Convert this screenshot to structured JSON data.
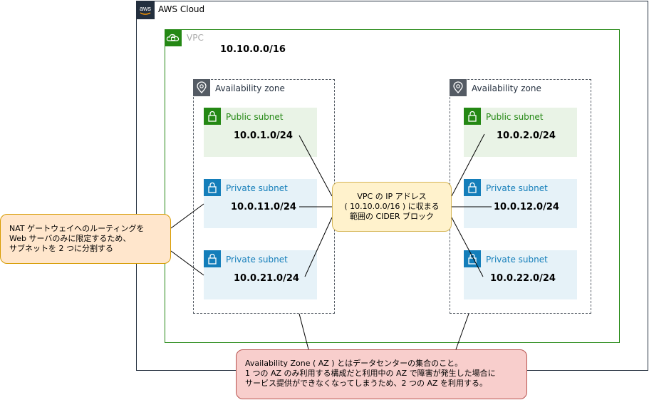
{
  "aws_cloud": {
    "title": "AWS Cloud",
    "logo_text": "aws"
  },
  "vpc": {
    "title": "VPC",
    "cidr": "10.10.0.0/16"
  },
  "availability_zones": [
    {
      "title": "Availability zone",
      "subnets": [
        {
          "type": "public",
          "title": "Public subnet",
          "cidr": "10.0.1.0/24"
        },
        {
          "type": "private",
          "title": "Private subnet",
          "cidr": "10.0.11.0/24"
        },
        {
          "type": "private",
          "title": "Private subnet",
          "cidr": "10.0.21.0/24"
        }
      ]
    },
    {
      "title": "Availability zone",
      "subnets": [
        {
          "type": "public",
          "title": "Public subnet",
          "cidr": "10.0.2.0/24"
        },
        {
          "type": "private",
          "title": "Private subnet",
          "cidr": "10.0.12.0/24"
        },
        {
          "type": "private",
          "title": "Private subnet",
          "cidr": "10.0.22.0/24"
        }
      ]
    }
  ],
  "notes": {
    "cidr_note": [
      "VPC の IP アドレス",
      "( 10.10.0.0/16 ) に収まる",
      "範囲の CIDER ブロック"
    ],
    "subnet_split_note": [
      "NAT ゲートウェイへのルーティングを",
      "Web サーバのみに限定するため、",
      "サブネットを 2 つに分割する"
    ],
    "az_note": [
      "Availability Zone ( AZ ) とはデータセンターの集合のこと。",
      "1 つの AZ のみ利用する構成だと利用中の AZ で障害が発生した場合に",
      "サービス提供ができなくなってしまうため、2 つの AZ を利用する。"
    ]
  },
  "colors": {
    "aws_dark": "#232f3e",
    "vpc_green": "#248814",
    "private_blue": "#147eba",
    "az_gray": "#545b64",
    "public_fill": "#e9f3e6",
    "private_fill": "#e6f2f8",
    "yellow_note": "#fff2cc",
    "orange_note": "#ffe6cc",
    "red_note": "#f8cecc"
  },
  "icons": {
    "aws_logo": "aws-logo-icon",
    "vpc": "cloud-lock-icon",
    "availability_zone": "location-pin-icon",
    "subnet": "padlock-icon"
  }
}
